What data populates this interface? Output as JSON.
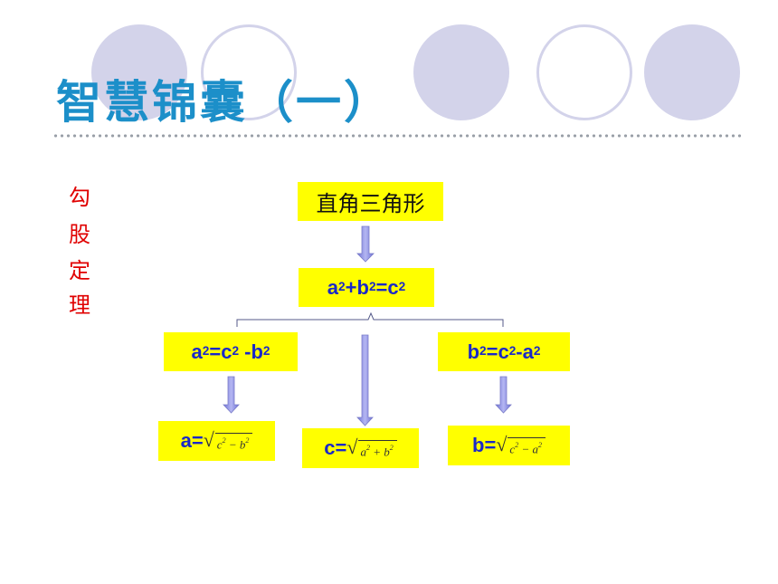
{
  "header": {
    "title": "智慧锦囊（一）"
  },
  "side_label": [
    "勾",
    "股",
    "定",
    "理"
  ],
  "diagram": {
    "root": "直角三角形",
    "theorem": {
      "a": "a",
      "b": "b",
      "c": "c",
      "exp": "2",
      "plus": "+",
      "eq": "="
    },
    "left": {
      "lhs": "a",
      "rhs1": "c",
      "minus": " -",
      "rhs2": "b",
      "exp": "2",
      "eq": "="
    },
    "right": {
      "lhs": "b",
      "rhs1": "c",
      "minus": "-",
      "rhs2": "a",
      "exp": "2",
      "eq": "="
    },
    "result_a": {
      "label": "a=",
      "under_1": "c",
      "op": " − ",
      "under_2": "b",
      "exp": "2"
    },
    "result_c": {
      "label": "c=",
      "under_1": "a",
      "op": " + ",
      "under_2": "b",
      "exp": "2"
    },
    "result_b": {
      "label": "b=",
      "under_1": "c",
      "op": " − ",
      "under_2": "a",
      "exp": "2"
    }
  },
  "colors": {
    "title": "#1c8fc9",
    "box_fill": "#ffff00",
    "box_text": "#1a28c8",
    "side_label": "#e00000",
    "arrow": "#8c8ee0",
    "circle": "#d3d3ea"
  }
}
